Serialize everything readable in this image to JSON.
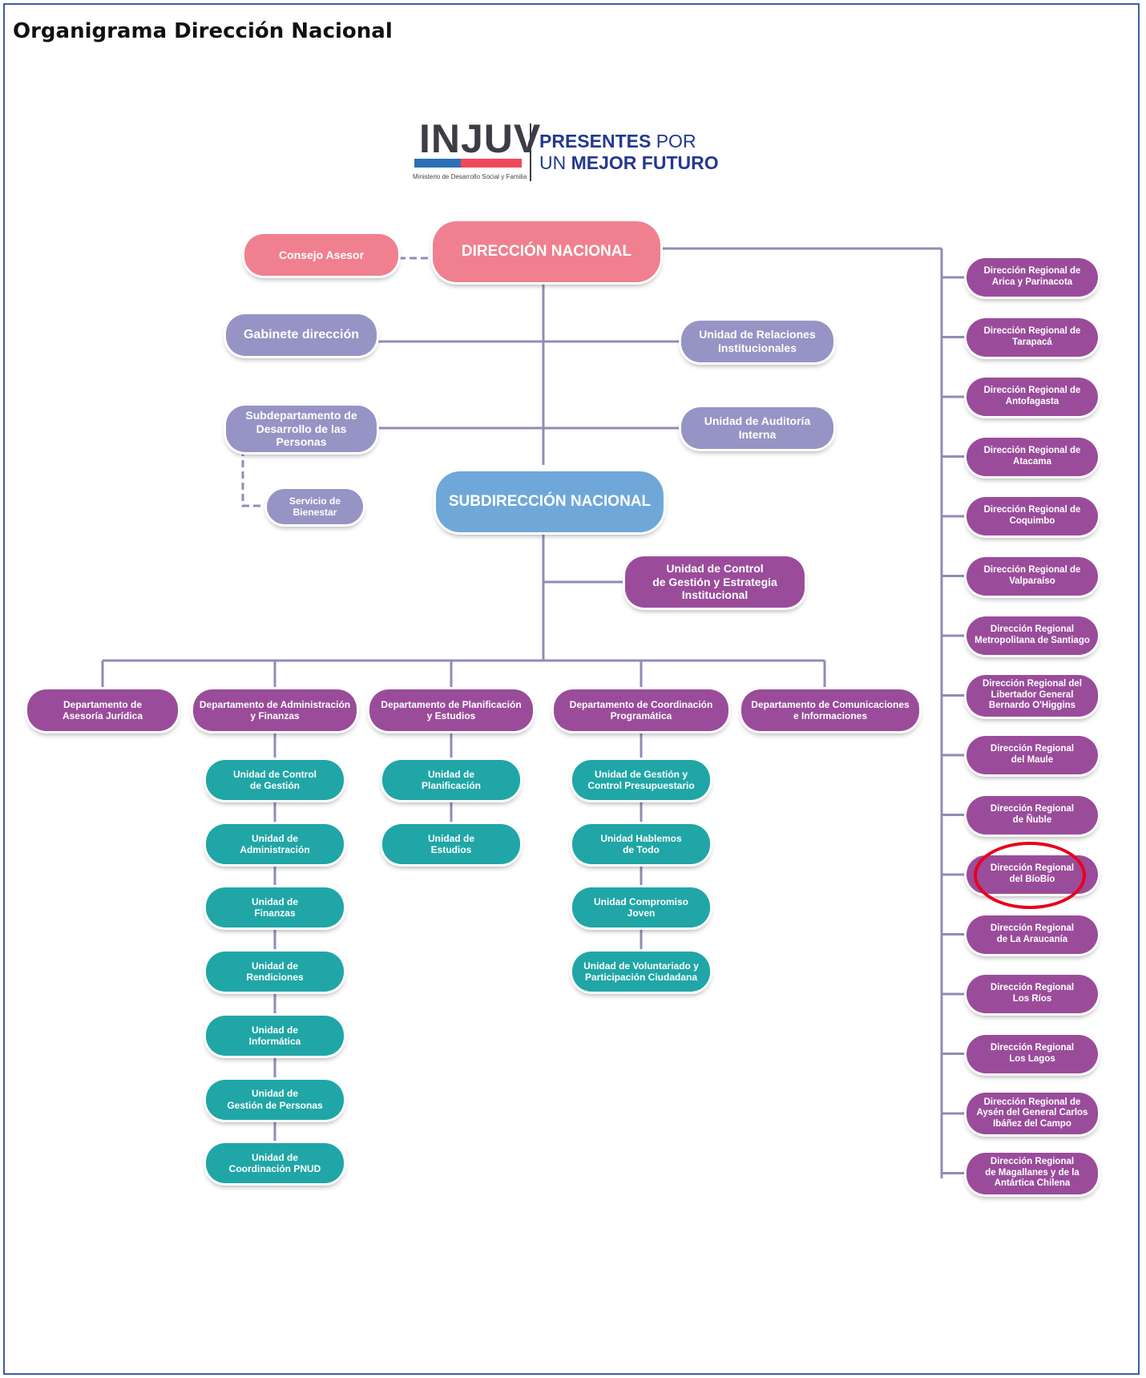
{
  "page": {
    "title": "Organigrama Dirección Nacional"
  },
  "logo": {
    "name": "INJUV",
    "ministry": "Ministerio de Desarrollo Social y Familia",
    "slogan_line1_bold": "PRESENTES",
    "slogan_line1_rest": " POR",
    "slogan_line2_pre": "UN ",
    "slogan_line2_bold": "MEJOR FUTURO"
  },
  "chart": {
    "direccion_nacional": "DIRECCIÓN NACIONAL",
    "consejo_asesor": "Consejo Asesor",
    "gabinete": "Gabinete dirección",
    "relaciones": "Unidad de Relaciones\nInstitucionales",
    "subdepto": "Subdepartamento de\nDesarrollo de las\nPersonas",
    "auditoria": "Unidad de Auditoría\nInterna",
    "bienestar": "Servicio de\nBienestar",
    "subdireccion_nacional": "SUBDIRECCIÓN NACIONAL",
    "control_gestion_estrategia": "Unidad de Control\nde Gestión y Estrategia\nInstitucional",
    "departments": [
      {
        "label": "Departamento de\nAsesoría Jurídica",
        "units": []
      },
      {
        "label": "Departamento de Administración\ny Finanzas",
        "units": [
          "Unidad de Control\nde Gestión",
          "Unidad de\nAdministración",
          "Unidad de\nFinanzas",
          "Unidad de\nRendiciones",
          "Unidad de\nInformática",
          "Unidad de\nGestión de Personas",
          "Unidad de\nCoordinación PNUD"
        ]
      },
      {
        "label": "Departamento de Planificación\ny Estudios",
        "units": [
          "Unidad de\nPlanificación",
          "Unidad de\nEstudios"
        ]
      },
      {
        "label": "Departamento de Coordinación\nProgramática",
        "units": [
          "Unidad de Gestión y\nControl Presupuestario",
          "Unidad Hablemos\nde Todo",
          "Unidad Compromiso\nJoven",
          "Unidad de Voluntariado y\nParticipación Ciudadana"
        ]
      },
      {
        "label": "Departamento de Comunicaciones\ne Informaciones",
        "units": []
      }
    ],
    "regional": [
      "Dirección Regional de\nArica y Parinacota",
      "Dirección Regional de\nTarapacá",
      "Dirección Regional de\nAntofagasta",
      "Dirección Regional de\nAtacama",
      "Dirección Regional de\nCoquimbo",
      "Dirección Regional de\nValparaíso",
      "Dirección Regional\nMetropolitana de Santiago",
      "Dirección Regional del\nLibertador General\nBernardo O'Higgins",
      "Dirección Regional\ndel Maule",
      "Dirección Regional\nde Ñuble",
      "Dirección Regional\ndel BíoBío",
      "Dirección Regional\nde La Araucanía",
      "Dirección Regional\nLos Ríos",
      "Dirección Regional\nLos Lagos",
      "Dirección Regional de\nAysén del General Carlos\nIbáñez del Campo",
      "Dirección Regional\nde Magallanes y de la\nAntártica Chilena"
    ],
    "highlighted_regional": "Dirección Regional\ndel BíoBío"
  },
  "colors": {
    "direccion": "#f0808f",
    "staff": "#9694c4",
    "subdireccion": "#6fa8d8",
    "department": "#9a4c9b",
    "unit": "#20a6a6",
    "connector": "#8f8db5",
    "annotation": "#e8001c"
  }
}
